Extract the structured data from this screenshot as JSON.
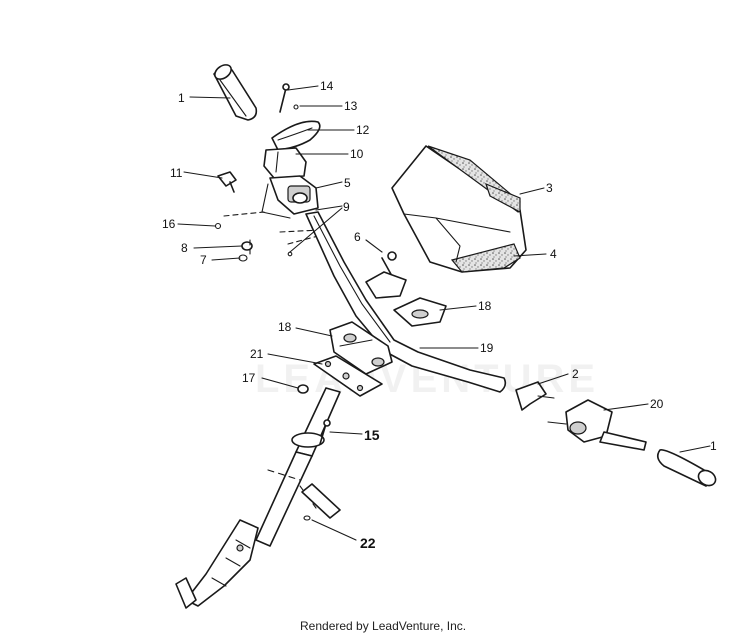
{
  "diagram": {
    "credit": "Rendered by LeadVenture, Inc.",
    "watermark": "LEADVENTURE",
    "callouts": [
      {
        "id": "c1a",
        "text": "1"
      },
      {
        "id": "c14",
        "text": "14"
      },
      {
        "id": "c13",
        "text": "13"
      },
      {
        "id": "c12",
        "text": "12"
      },
      {
        "id": "c10",
        "text": "10"
      },
      {
        "id": "c11",
        "text": "11"
      },
      {
        "id": "c5",
        "text": "5"
      },
      {
        "id": "c9",
        "text": "9"
      },
      {
        "id": "c16",
        "text": "16"
      },
      {
        "id": "c8",
        "text": "8"
      },
      {
        "id": "c7",
        "text": "7"
      },
      {
        "id": "c6",
        "text": "6"
      },
      {
        "id": "c3",
        "text": "3"
      },
      {
        "id": "c4",
        "text": "4"
      },
      {
        "id": "c18a",
        "text": "18"
      },
      {
        "id": "c18b",
        "text": "18"
      },
      {
        "id": "c19",
        "text": "19"
      },
      {
        "id": "c21",
        "text": "21"
      },
      {
        "id": "c17",
        "text": "17"
      },
      {
        "id": "c2",
        "text": "2"
      },
      {
        "id": "c20",
        "text": "20"
      },
      {
        "id": "c15",
        "text": "15"
      },
      {
        "id": "c1b",
        "text": "1"
      },
      {
        "id": "c22",
        "text": "22"
      }
    ]
  }
}
